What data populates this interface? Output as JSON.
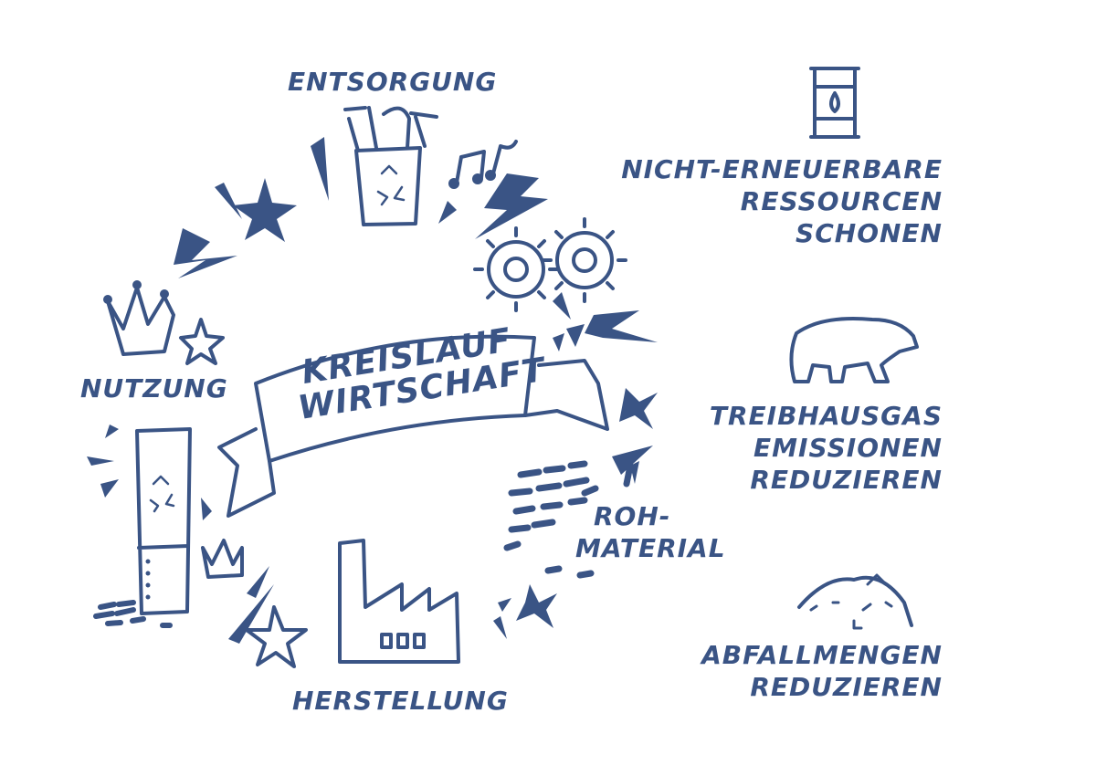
{
  "title": "KREISLAUF WIRTSCHAFT",
  "title_lines": [
    "KREISLAUF",
    "WIRTSCHAFT"
  ],
  "cycle_stages": {
    "disposal": "ENTSORGUNG",
    "use": "NUTZUNG",
    "production": "HERSTELLUNG",
    "raw_material": [
      "ROH-",
      "MATERIAL"
    ]
  },
  "benefits": [
    {
      "icon": "oil-barrel-icon",
      "lines": [
        "NICHT-ERNEUERBARE",
        "RESSOURCEN",
        "SCHONEN"
      ]
    },
    {
      "icon": "polar-bear-icon",
      "lines": [
        "TREIBHAUSGAS",
        "EMISSIONEN",
        "REDUZIEREN"
      ]
    },
    {
      "icon": "waste-pile-icon",
      "lines": [
        "ABFALLMENGEN",
        "REDUZIEREN"
      ]
    }
  ],
  "colors": {
    "ink": "#3a5485",
    "background": "#ffffff"
  }
}
